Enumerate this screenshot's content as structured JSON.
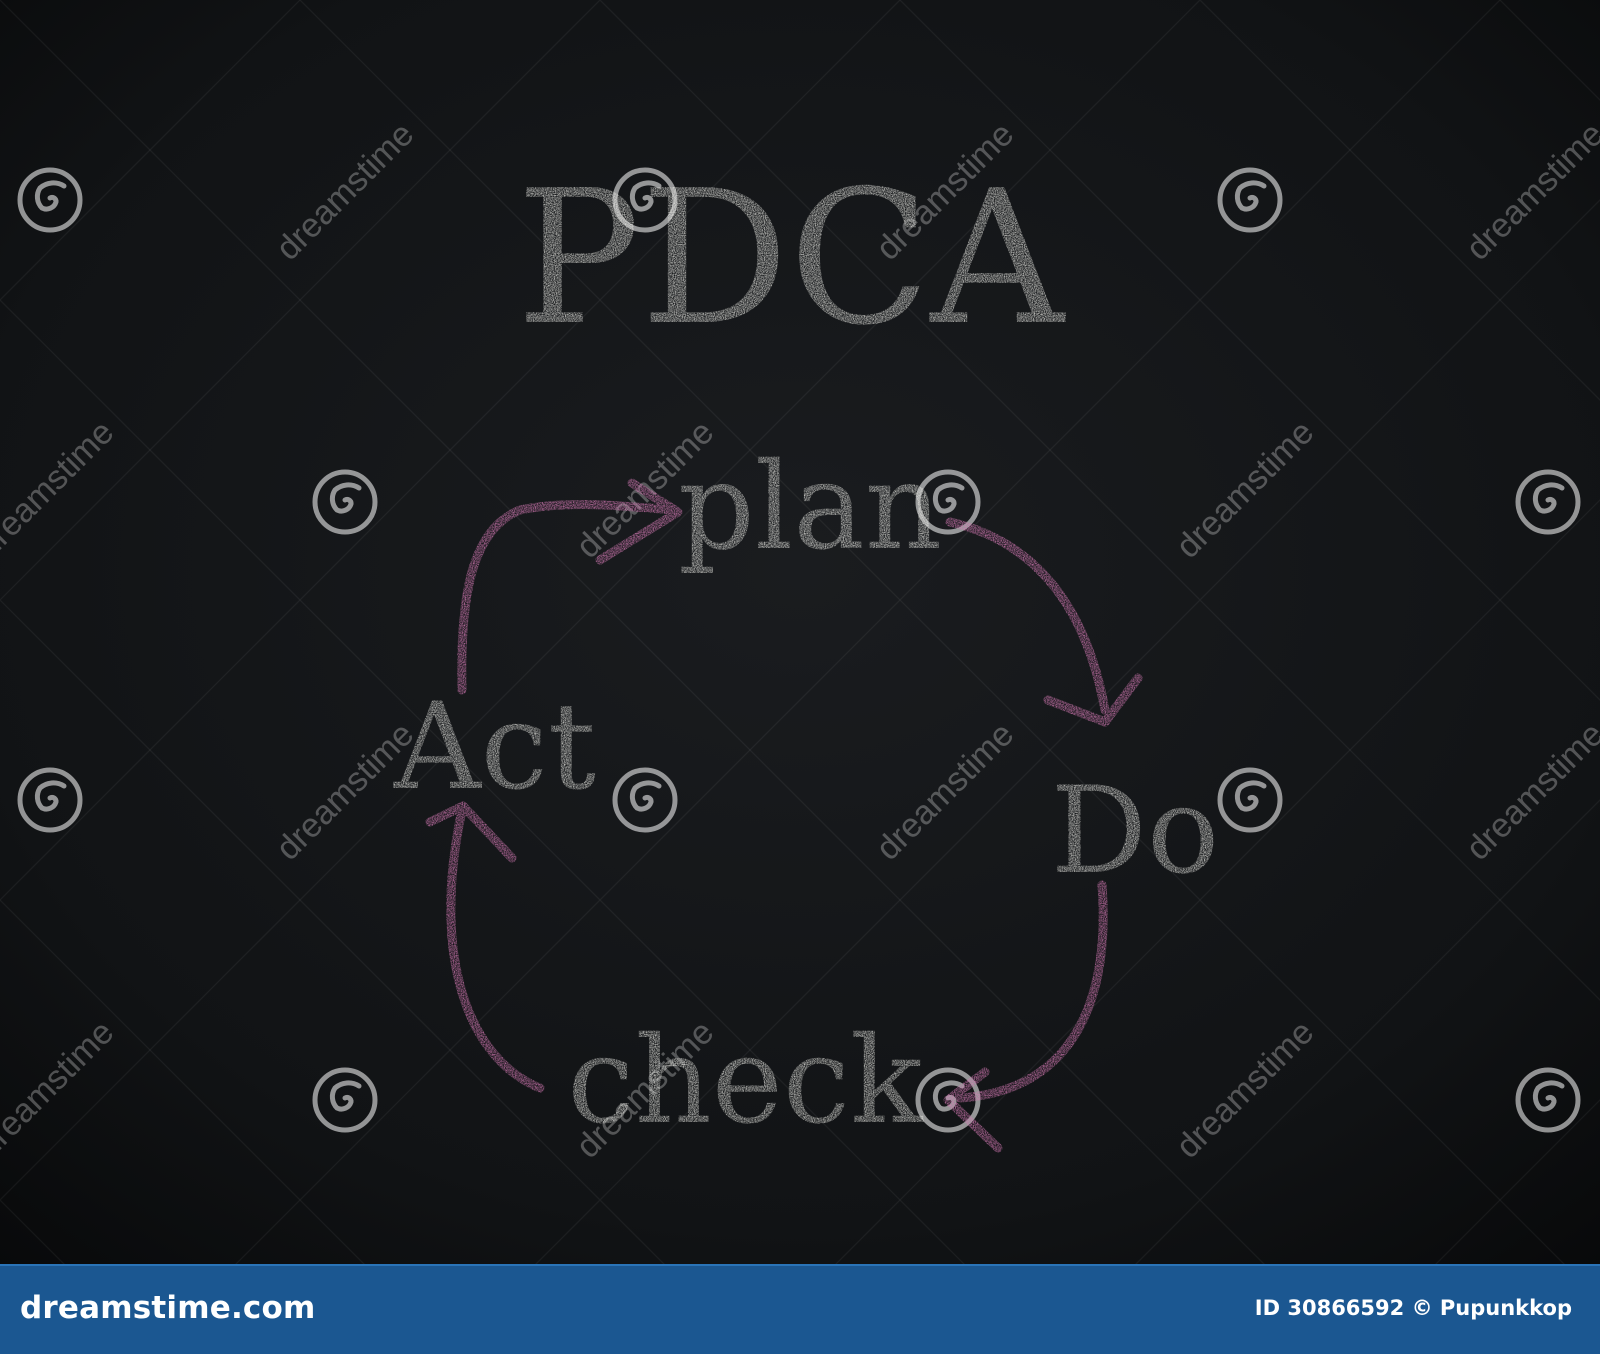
{
  "board": {
    "title": "PDCA",
    "steps": [
      "plan",
      "Do",
      "check",
      "Act"
    ],
    "watermark": "dreamstime",
    "colors": {
      "board": "#101214",
      "chalk": "#f2f2ec",
      "arrow": "#d97bb8"
    }
  },
  "footer": {
    "brand": "dreamstime.com",
    "id_label": "ID",
    "id_value": "30866592",
    "copyright_symbol": "©",
    "author": "Pupunkkop",
    "background": "#1b5791"
  }
}
